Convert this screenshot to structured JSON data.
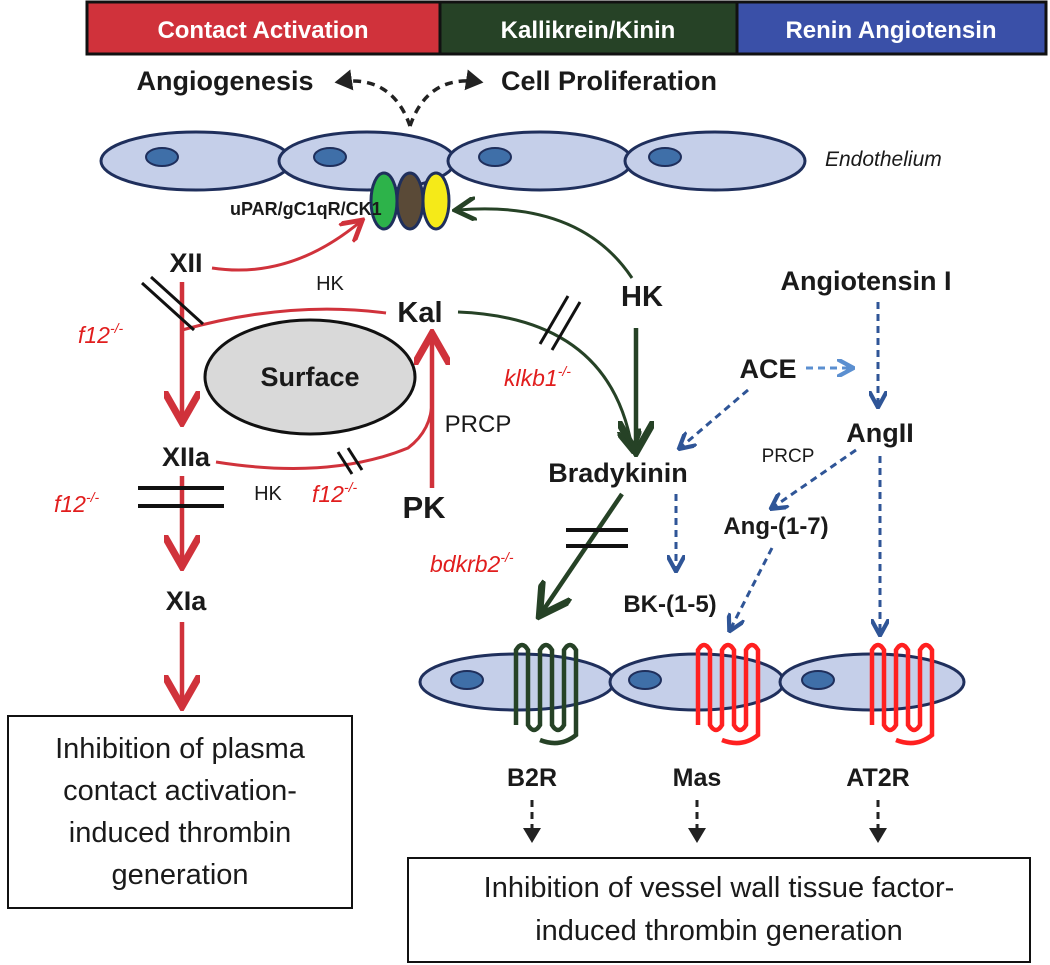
{
  "header": {
    "tabs": [
      {
        "label": "Contact Activation",
        "color": "#d0323b"
      },
      {
        "label": "Kallikrein/Kinin",
        "color": "#264226"
      },
      {
        "label": "Renin Angiotensin",
        "color": "#3a50a8"
      }
    ]
  },
  "top": {
    "angiogenesis": "Angiogenesis",
    "cell_proliferation": "Cell Proliferation",
    "endothelium": "Endothelium",
    "receptor_complex": "uPAR/gC1qR/CK1"
  },
  "contact": {
    "xii": "XII",
    "xiia": "XIIa",
    "xia": "XIa",
    "kal": "Kal",
    "pk": "PK",
    "hk_cofactor_1": "HK",
    "hk_cofactor_2": "HK",
    "prcp": "PRCP",
    "surface": "Surface",
    "f12_ko_1": "f12",
    "f12_ko_2": "f12",
    "f12_ko_3": "f12",
    "ko_sup": "-/-",
    "outcome": [
      "Inhibition  of plasma",
      "contact activation-",
      "induced thrombin",
      "generation"
    ]
  },
  "kinin": {
    "hk": "HK",
    "klkb1_ko": "klkb1",
    "bradykinin": "Bradykinin",
    "bdkrb2_ko": "bdkrb2",
    "bk15": "BK-(1-5)",
    "b2r": "B2R"
  },
  "ras": {
    "angiotensin_i": "Angiotensin I",
    "ace": "ACE",
    "angii": "AngII",
    "prcp": "PRCP",
    "ang17": "Ang-(1-7)",
    "mas": "Mas",
    "at2r": "AT2R"
  },
  "outcome_right": [
    "Inhibition  of vessel wall tissue factor-",
    "induced thrombin generation"
  ],
  "colors": {
    "contact_red": "#d0323b",
    "kinin_green": "#264226",
    "ras_blue": "#2f5597",
    "cell_fill": "#c5cfe9",
    "nucleus": "#3f6fa8",
    "receptor_red": "#ff2020",
    "ko_red": "#e11d1d"
  }
}
